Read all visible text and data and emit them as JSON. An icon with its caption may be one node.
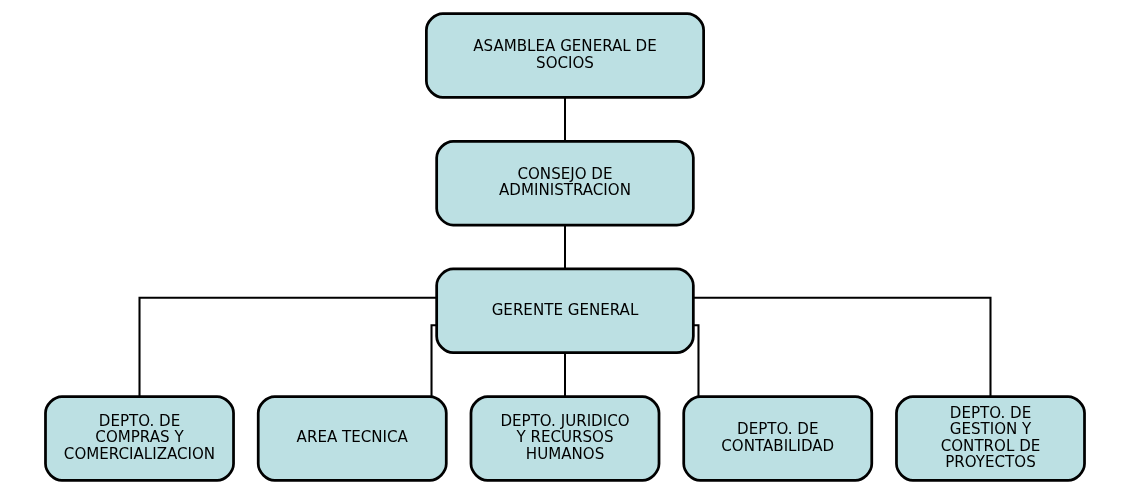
{
  "diagram": {
    "nodes": [
      {
        "text": [
          "ASAMBLEA GENERAL DE SOCIOS"
        ]
      },
      {
        "text": [
          "CONSEJO DE ADMINISTRACION"
        ]
      },
      {
        "text": [
          "GERENTE GENERAL"
        ]
      },
      {
        "text": [
          "DEPTO. DE COMPRAS Y COMERCIALIZACION"
        ]
      },
      {
        "text": [
          "AREA TECNICA"
        ]
      },
      {
        "text": [
          "DEPTO. JURIDICO Y RECURSOS HUMANOS"
        ]
      },
      {
        "text": [
          "DEPTO. DE CONTABILIDAD"
        ]
      },
      {
        "text": [
          "DEPTO. DE GESTION Y CONTROL DE PROYECTOS"
        ]
      }
    ],
    "edges": [
      {
        "from": 0,
        "to": 1,
        "arrow": "none"
      },
      {
        "from": 1,
        "to": 2,
        "arrow": "none"
      },
      {
        "from": 2,
        "to": 3,
        "arrow": "none"
      },
      {
        "from": 2,
        "to": 4,
        "arrow": "none"
      },
      {
        "from": 2,
        "to": 5,
        "arrow": "none"
      },
      {
        "from": 2,
        "to": 6,
        "arrow": "none"
      },
      {
        "from": 2,
        "to": 7,
        "arrow": "none"
      }
    ]
  }
}
